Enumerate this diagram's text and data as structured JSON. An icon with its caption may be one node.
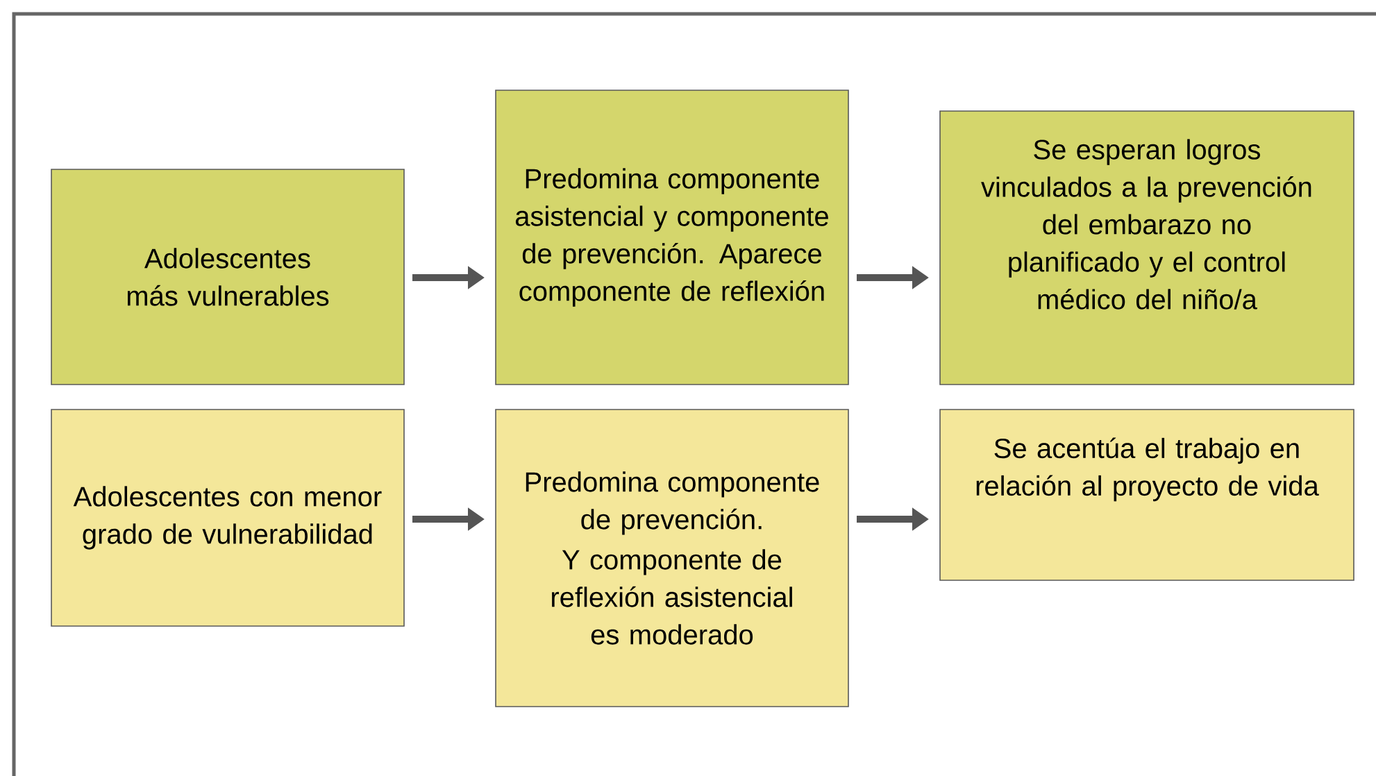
{
  "diagram": {
    "nodes": [
      {
        "text": [
          "Adolescentes más vulnerables"
        ]
      },
      {
        "text": [
          "Predomina componente asistencial y componente de prevención. Aparece componente de reflexión"
        ]
      },
      {
        "text": [
          "Se esperan logros vinculados a la prevención del embarazo no planificado y el control médico del niño/a"
        ]
      },
      {
        "text": [
          "Adolescentes con menor grado de vulnerabilidad"
        ]
      },
      {
        "text": [
          "Predomina componente de prevención.",
          "Y componente de reflexión asistencial es moderado"
        ]
      },
      {
        "text": [
          "Se acentúa el trabajo en relación al proyecto de vida"
        ]
      }
    ],
    "edges": [
      {
        "from": 0,
        "to": 1,
        "arrow": "to"
      },
      {
        "from": 1,
        "to": 2,
        "arrow": "to"
      },
      {
        "from": 3,
        "to": 4,
        "arrow": "to"
      },
      {
        "from": 4,
        "to": 5,
        "arrow": "to"
      }
    ]
  }
}
